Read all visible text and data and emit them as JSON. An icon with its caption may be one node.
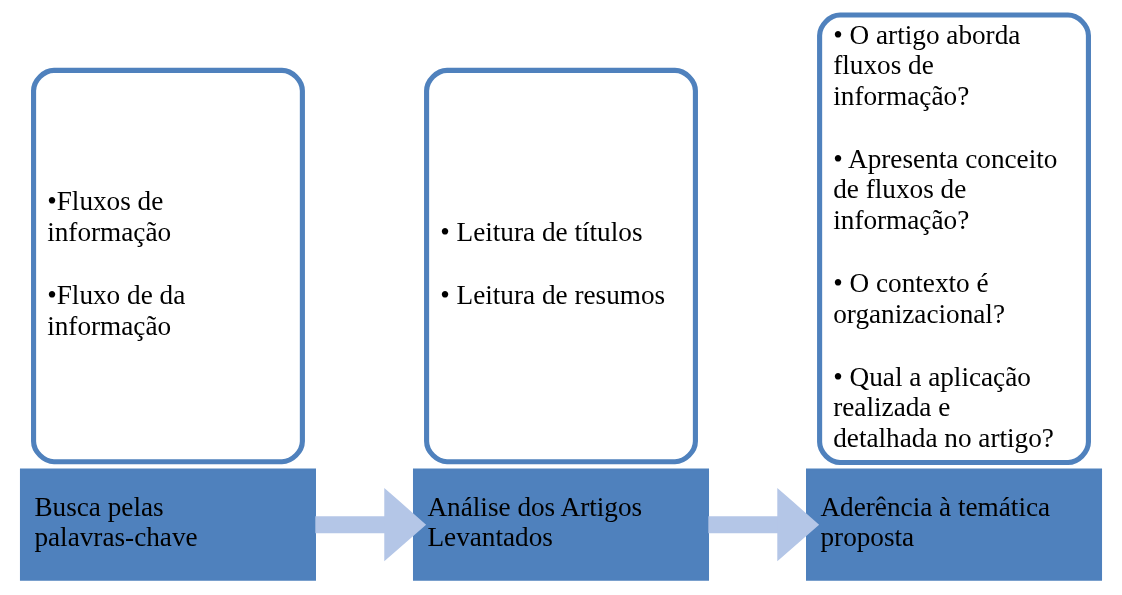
{
  "diagram": {
    "nodes": [
      {
        "text": [
          "Busca pelas palavras-chave"
        ]
      },
      {
        "text": [
          "•Fluxos de informação",
          "•Fluxo de da informação"
        ]
      },
      {
        "text": [
          "Análise dos Artigos Levantados"
        ]
      },
      {
        "text": [
          "• Leitura de títulos",
          "• Leitura de resumos"
        ]
      },
      {
        "text": [
          "Aderência à temática proposta"
        ]
      },
      {
        "text": [
          "• O artigo aborda fluxos de informação?",
          "• Apresenta conceito de fluxos de informação?",
          "• O contexto é organizacional?",
          "• Qual a aplicação realizada e detalhada no artigo?"
        ]
      }
    ],
    "edges": [
      {
        "from": 0,
        "to": 2,
        "arrow": "to"
      },
      {
        "from": 2,
        "to": 4,
        "arrow": "to"
      }
    ]
  }
}
